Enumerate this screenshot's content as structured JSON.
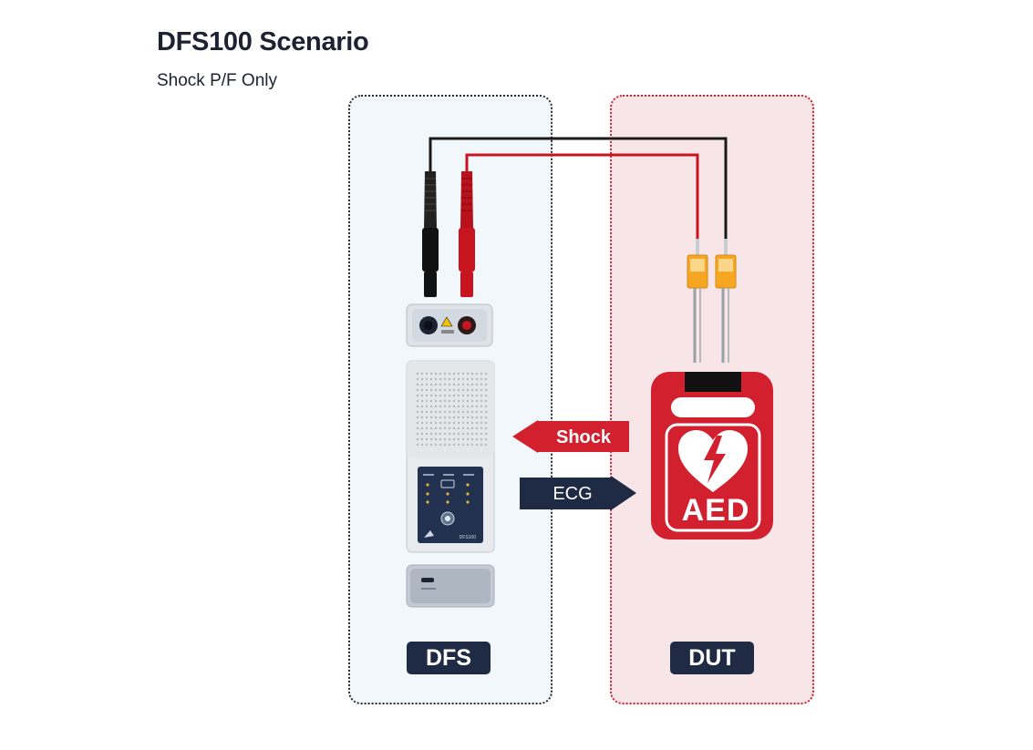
{
  "header": {
    "title": "DFS100 Scenario",
    "subtitle": "Shock P/F Only"
  },
  "panels": {
    "dfs_label": "DFS",
    "dut_label": "DUT"
  },
  "arrows": {
    "shock_label": "Shock",
    "ecg_label": "ECG"
  },
  "aed": {
    "label": "AED"
  },
  "device": {
    "model_label": "DFS100"
  },
  "colors": {
    "red": "#d2202f",
    "navy": "#1f2a44",
    "dfs_bg": "#f1f7fa",
    "dut_bg": "#f8e5e7"
  }
}
